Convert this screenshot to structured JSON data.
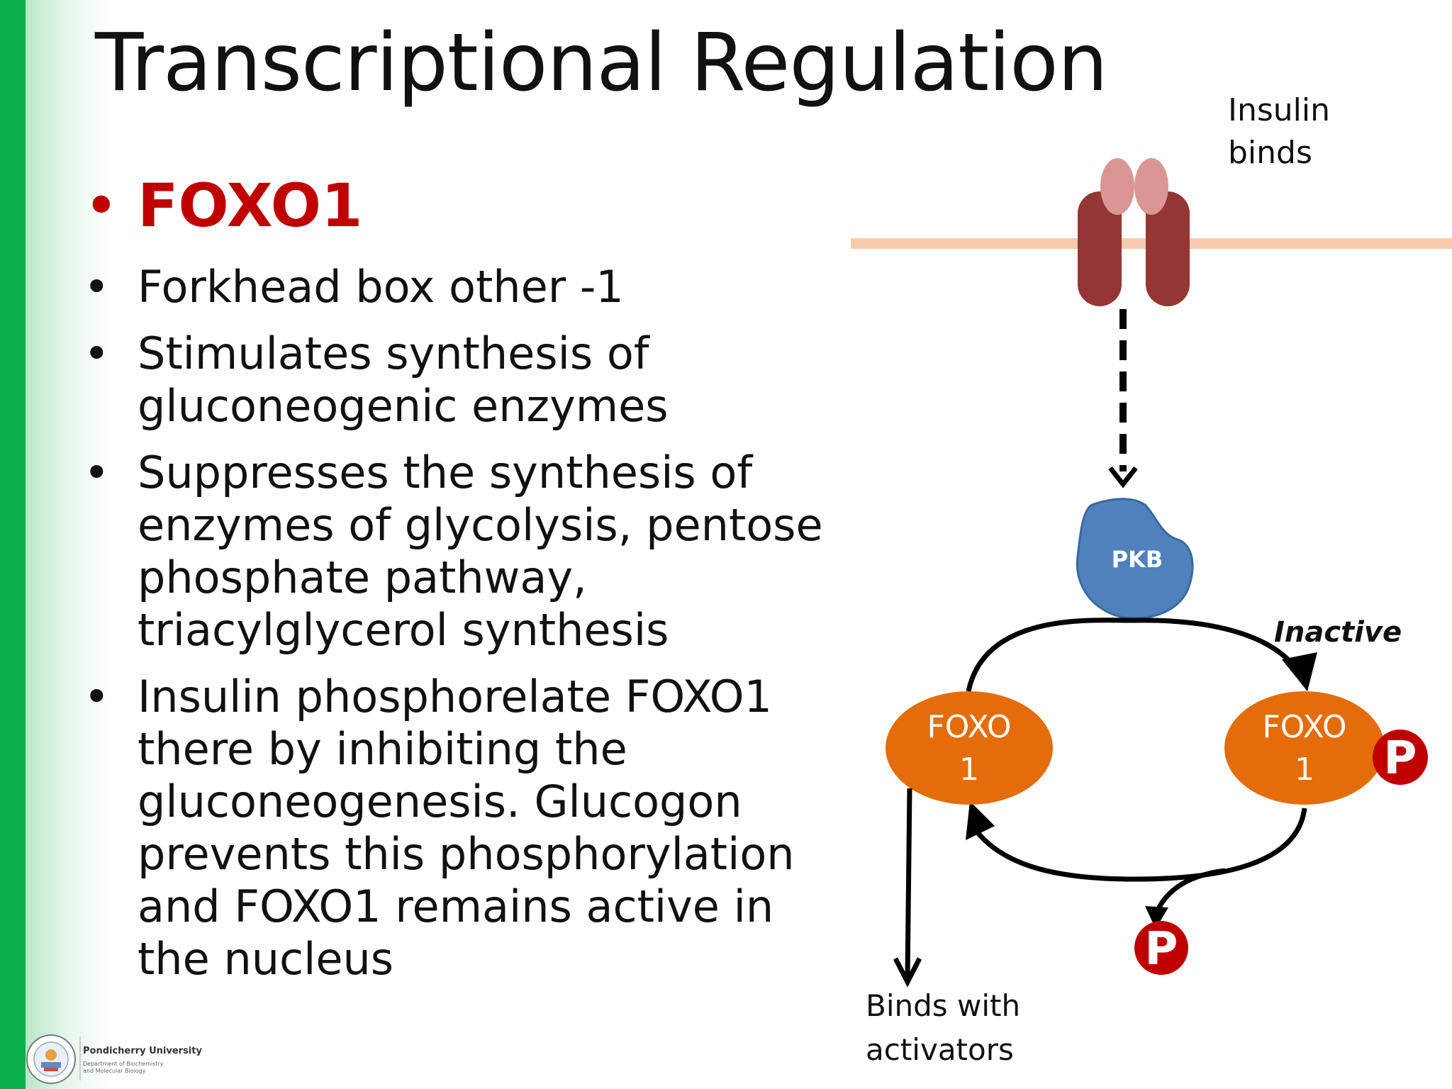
{
  "slide": {
    "title": "Transcriptional Regulation",
    "bullets": [
      {
        "text": "FOXO1",
        "style": "heading"
      },
      {
        "text": "Forkhead box other -1"
      },
      {
        "text": "Stimulates synthesis of gluconeogenic enzymes"
      },
      {
        "text": "Suppresses the synthesis of enzymes of glycolysis, pentose phosphate pathway, triacylglycerol synthesis"
      },
      {
        "text": "Insulin phosphorelate FOXO1 there by inhibiting the gluconeogenesis. Glucogon prevents this phosphorylation and FOXO1 remains active in the nucleus"
      }
    ]
  },
  "diagram": {
    "insulin_label_line1": "Insulin",
    "insulin_label_line2": "binds",
    "pkb_label": "PKB",
    "inactive_label": "Inactive",
    "foxo_left_line1": "FOXO",
    "foxo_left_line2": "1",
    "foxo_right_line1": "FOXO",
    "foxo_right_line2": "1",
    "phospho_symbol": "P",
    "binds_label_line1": "Binds with",
    "binds_label_line2": "activators"
  },
  "footer": {
    "university": "Pondicherry University",
    "department": "Department of Biochemistry and Molecular Biology"
  },
  "colors": {
    "accent_green": "#0db04b",
    "heading_red": "#c00000",
    "receptor_dark": "#943634",
    "receptor_light": "#d99694",
    "membrane": "#f8cbad",
    "pkb_blue": "#4f81bd",
    "foxo_orange": "#e46c0a",
    "phospho_red": "#c00000"
  }
}
